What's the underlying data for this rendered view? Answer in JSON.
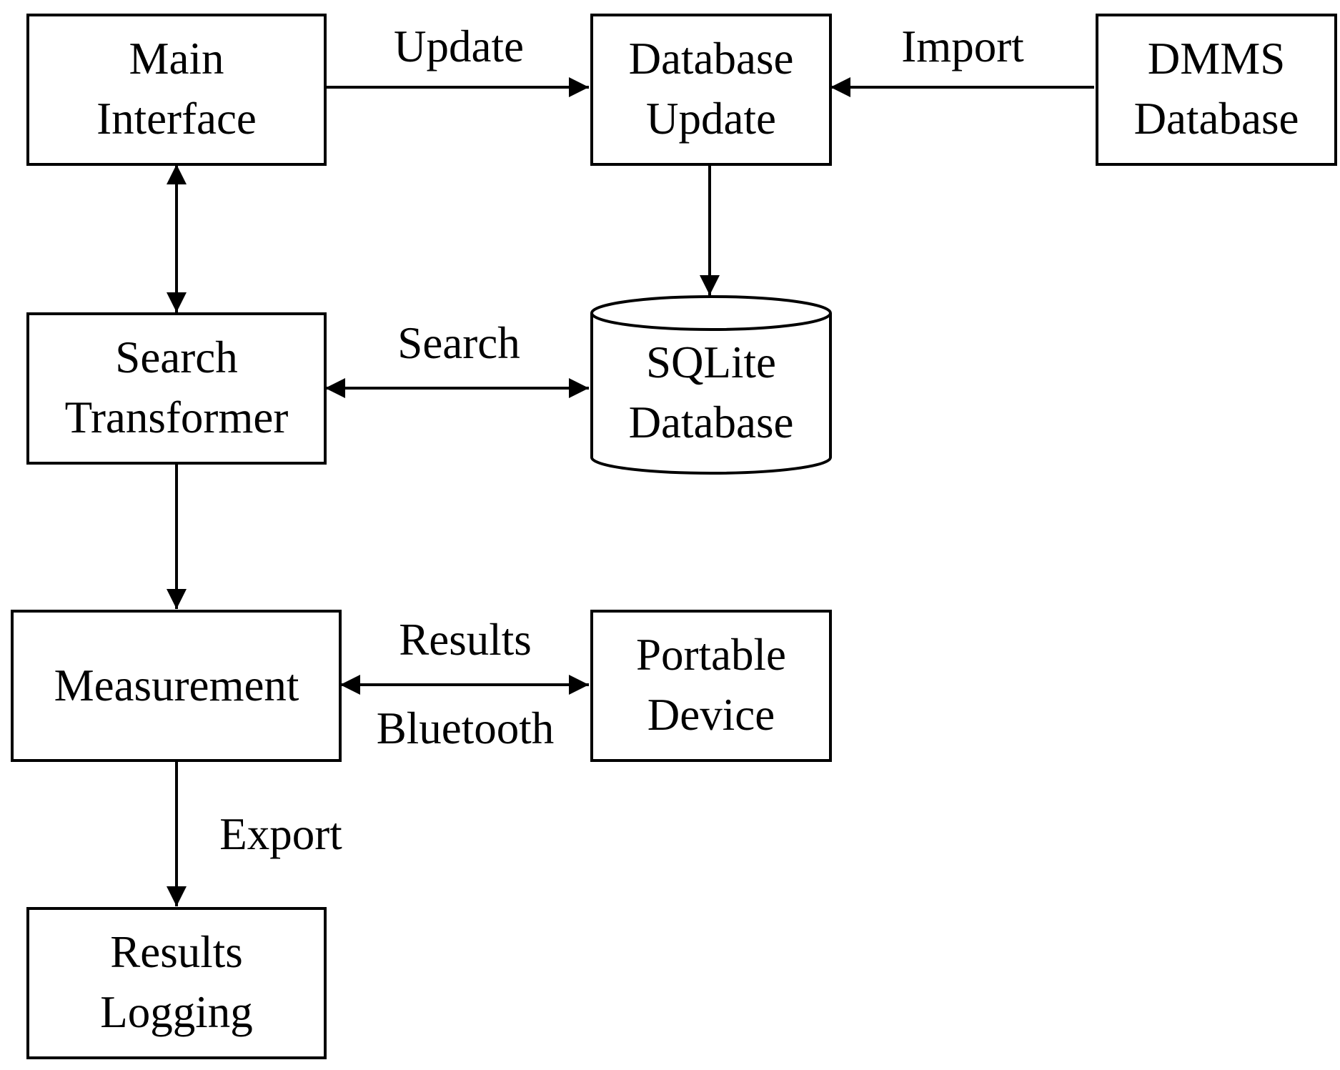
{
  "nodes": {
    "main_interface": {
      "line1": "Main",
      "line2": "Interface"
    },
    "database_update": {
      "line1": "Database",
      "line2": "Update"
    },
    "dmms_database": {
      "line1": "DMMS",
      "line2": "Database"
    },
    "search_transformer": {
      "line1": "Search",
      "line2": "Transformer"
    },
    "sqlite_database": {
      "line1": "SQLite",
      "line2": "Database"
    },
    "measurement": {
      "line1": "Measurement"
    },
    "portable_device": {
      "line1": "Portable",
      "line2": "Device"
    },
    "results_logging": {
      "line1": "Results",
      "line2": "Logging"
    }
  },
  "edges": {
    "update": "Update",
    "import": "Import",
    "search": "Search",
    "results": "Results",
    "bluetooth": "Bluetooth",
    "export": "Export"
  }
}
